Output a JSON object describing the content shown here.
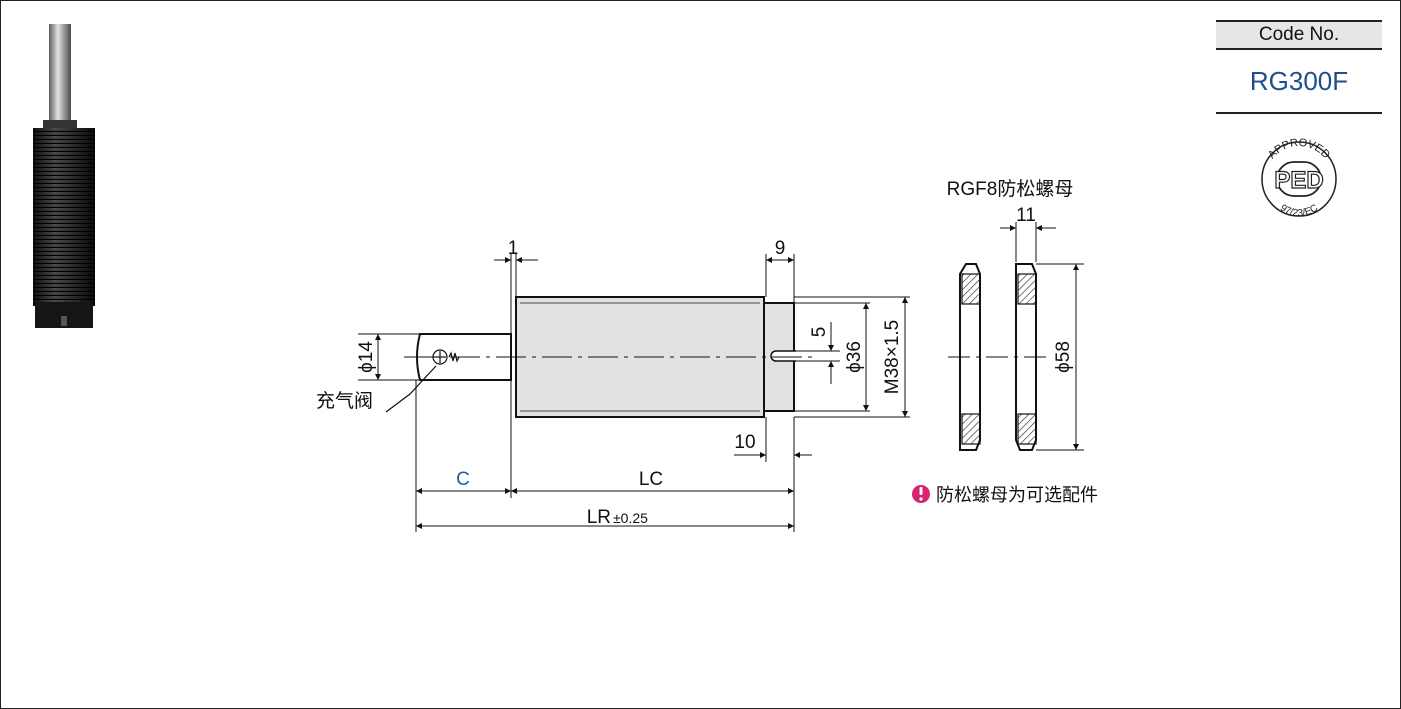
{
  "code_box": {
    "header": "Code No.",
    "value": "RG300F"
  },
  "approval": {
    "top_text": "APPROVED",
    "mark": "PED",
    "bottom_text": "97/23/EC"
  },
  "drawing": {
    "dims": {
      "d1": "1",
      "d9": "9",
      "d5": "5",
      "d36": "ϕ36",
      "thread": "M38×1.5",
      "d14": "ϕ14",
      "d10": "10",
      "c": "C",
      "lc": "LC",
      "lr": "LR",
      "lr_tol": "±0.25",
      "d11": "11",
      "d58": "ϕ58"
    },
    "labels": {
      "valve": "充气阀",
      "nut_title": "RGF8防松螺母",
      "note": "防松螺母为可选配件"
    }
  },
  "colors": {
    "accent_blue": "#1f5fa0",
    "note_pink": "#d6246e",
    "code_blue": "#1f4e8c"
  }
}
